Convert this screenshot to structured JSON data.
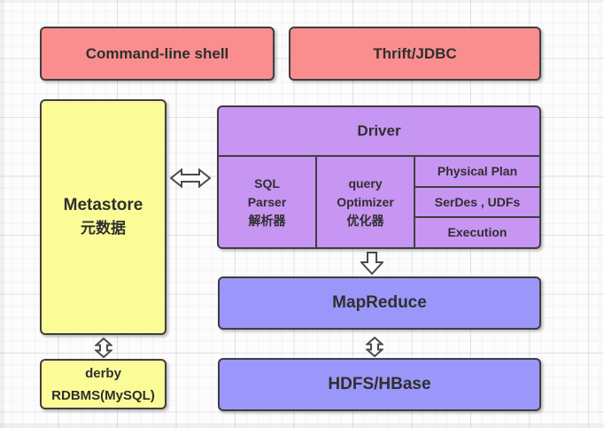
{
  "colors": {
    "node_pink": "#FA8E8E",
    "node_yellow": "#FBFB98",
    "node_purple": "#C795F2",
    "node_periwinkle": "#9B97FA",
    "node_border": "#3E3E3E",
    "text": "#2F2F2F",
    "grid_line": "#ECECEC",
    "canvas_bg": "#FCFCFC"
  },
  "nodes": {
    "command_line_shell": {
      "label": "Command-line shell"
    },
    "thrift_jdbc": {
      "label": "Thrift/JDBC"
    },
    "metastore": {
      "label_en": "Metastore",
      "label_zh": "元数据"
    },
    "driver": {
      "title": "Driver",
      "sql_parser": {
        "line1": "SQL",
        "line2": "Parser",
        "line3": "解析器"
      },
      "query_optimizer": {
        "line1": "query",
        "line2": "Optimizer",
        "line3": "优化器"
      },
      "physical_plan": {
        "label": "Physical Plan"
      },
      "serdes_udfs": {
        "label": "SerDes , UDFs"
      },
      "execution": {
        "label": "Execution"
      }
    },
    "mapreduce": {
      "label": "MapReduce"
    },
    "hdfs_hbase": {
      "label": "HDFS/HBase"
    },
    "derby": {
      "line1": "derby",
      "line2": "RDBMS(MySQL)"
    }
  },
  "arrows": {
    "metastore_driver": "double-horizontal",
    "driver_mapreduce": "down",
    "metastore_derby": "double-vertical",
    "mapreduce_hdfs": "double-vertical"
  }
}
